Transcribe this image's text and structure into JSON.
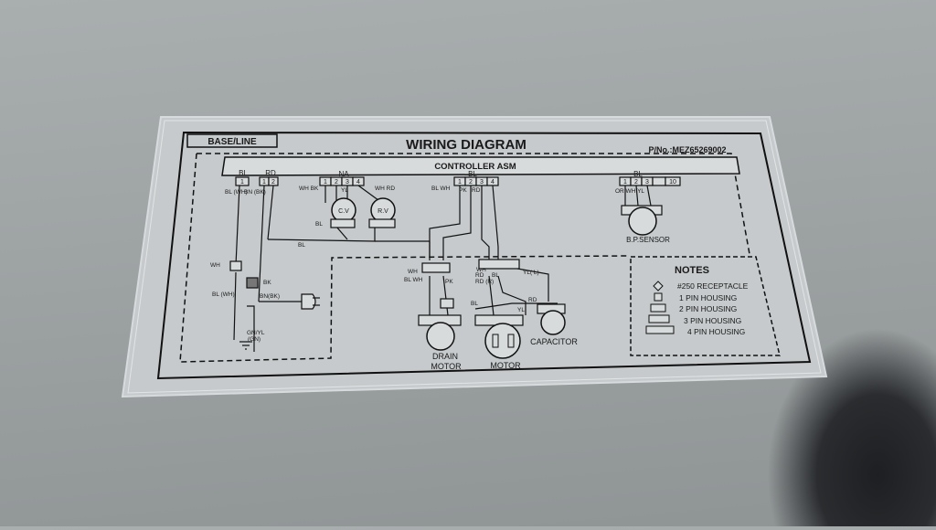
{
  "label": {
    "title": "WIRING DIAGRAM",
    "variant": "BASE/LINE",
    "part_no": "P/No.:MEZ65269002",
    "controller": "CONTROLLER ASM"
  },
  "connectors": {
    "left_bl": "BL",
    "left_rd": "RD",
    "na": "NA",
    "center_bl": "BL",
    "right_bl": "BL",
    "pins_1": "1",
    "pins_2": "2",
    "pins_3": "3",
    "pins_4": "4",
    "pins_10": "10"
  },
  "wires": {
    "bl_wh": "BL\n(WH)",
    "bn_bk": "BN\n(BK)",
    "wh_bk": "WH BK",
    "yl": "YL",
    "wh_rd": "WH RD",
    "bl_wh_rd": "BL WH",
    "pk": "PK",
    "rd": "RD",
    "bl": "BL",
    "wh": "WH",
    "bk": "BK",
    "bn_bk2": "BN(BK)",
    "gn_yl": "GN/YL",
    "gn": "(GN)",
    "or_wh_yl": "OR WH YL",
    "yl_l": "YL( L)",
    "rd_r": "RD\n(R)"
  },
  "components": {
    "cv": "C.V",
    "rv": "R.V",
    "bp_sensor": "B.P.SENSOR",
    "drain_motor_1": "DRAIN",
    "drain_motor_2": "MOTOR",
    "motor": "MOTOR",
    "capacitor": "CAPACITOR"
  },
  "notes": {
    "heading": "NOTES",
    "items": [
      "#250 RECEPTACLE",
      "1 PIN HOUSING",
      "2 PIN HOUSING",
      "3 PIN HOUSING",
      "4 PIN HOUSING"
    ]
  }
}
